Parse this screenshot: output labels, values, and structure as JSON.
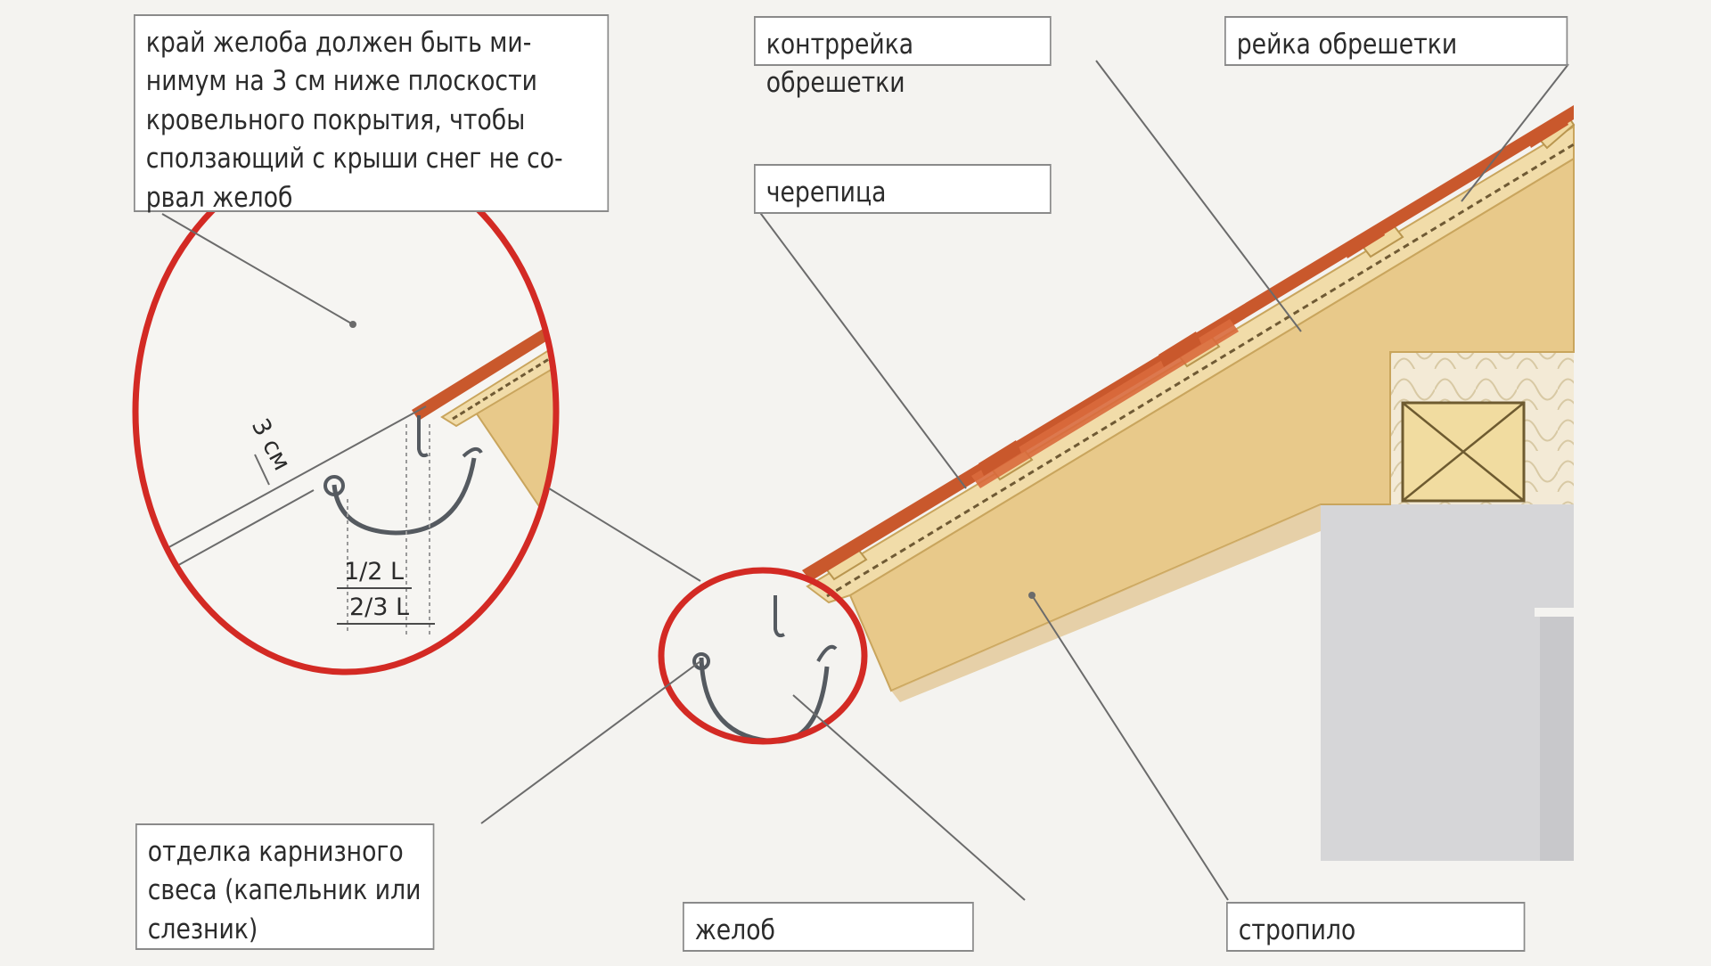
{
  "labels": {
    "gutter_edge_note": [
      "край желоба должен быть ми-",
      "нимум на 3 см ниже плоскости",
      "кровельного покрытия, чтобы",
      "сползающий с крыши снег не со-",
      "рвал желоб"
    ],
    "counter_batten": "контррейка обрешетки",
    "batten": "рейка обрешетки",
    "tile": "черепица",
    "eave_finish": [
      "отделка карнизного",
      "свеса (капельник или",
      "слезник)"
    ],
    "gutter": "желоб",
    "rafter": "стропило"
  },
  "dimensions": {
    "offset": "3 см",
    "half": "1/2 L",
    "two_thirds": "2/3 L"
  },
  "colors": {
    "wood": "#e8c98a",
    "wood_dark": "#d9b26b",
    "tile": "#c9582c",
    "insulation": "#f3ead6",
    "wall": "#d6d6d8",
    "highlight_circle": "#d32a24",
    "leader": "#6b6b6b",
    "gutter_metal": "#555a60"
  }
}
